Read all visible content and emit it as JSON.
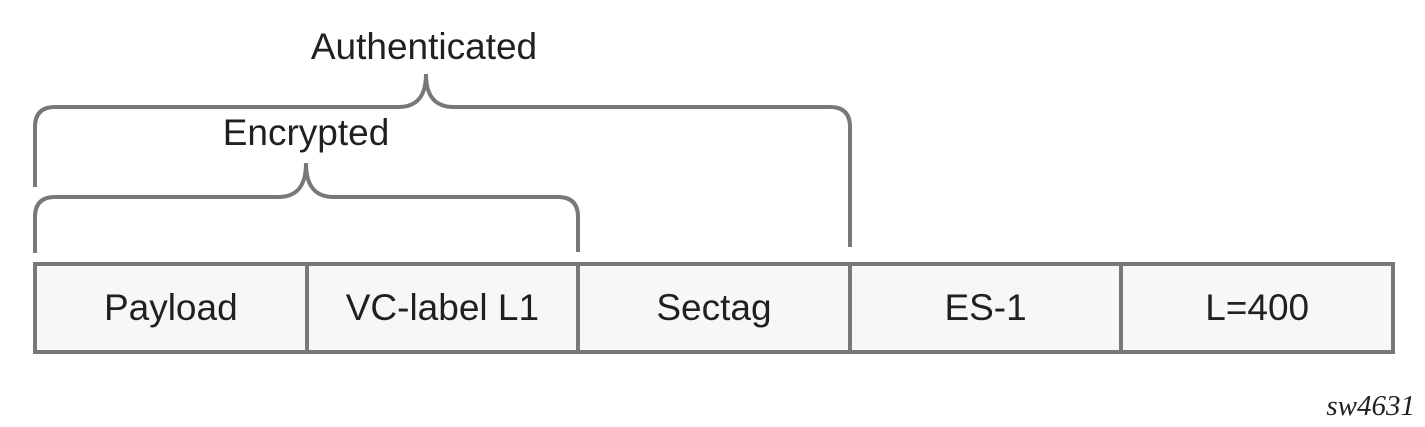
{
  "figure": {
    "annotations": {
      "authenticated_label": "Authenticated",
      "encrypted_label": "Encrypted"
    },
    "packet_fields": [
      {
        "label": "Payload"
      },
      {
        "label": "VC-label L1"
      },
      {
        "label": "Sectag"
      },
      {
        "label": "ES-1"
      },
      {
        "label": "L=400"
      }
    ],
    "watermark": "sw4631",
    "colors": {
      "line": "#787878",
      "cell_fill": "#f7f7f7",
      "text": "#231f20",
      "background": "#ffffff"
    }
  }
}
